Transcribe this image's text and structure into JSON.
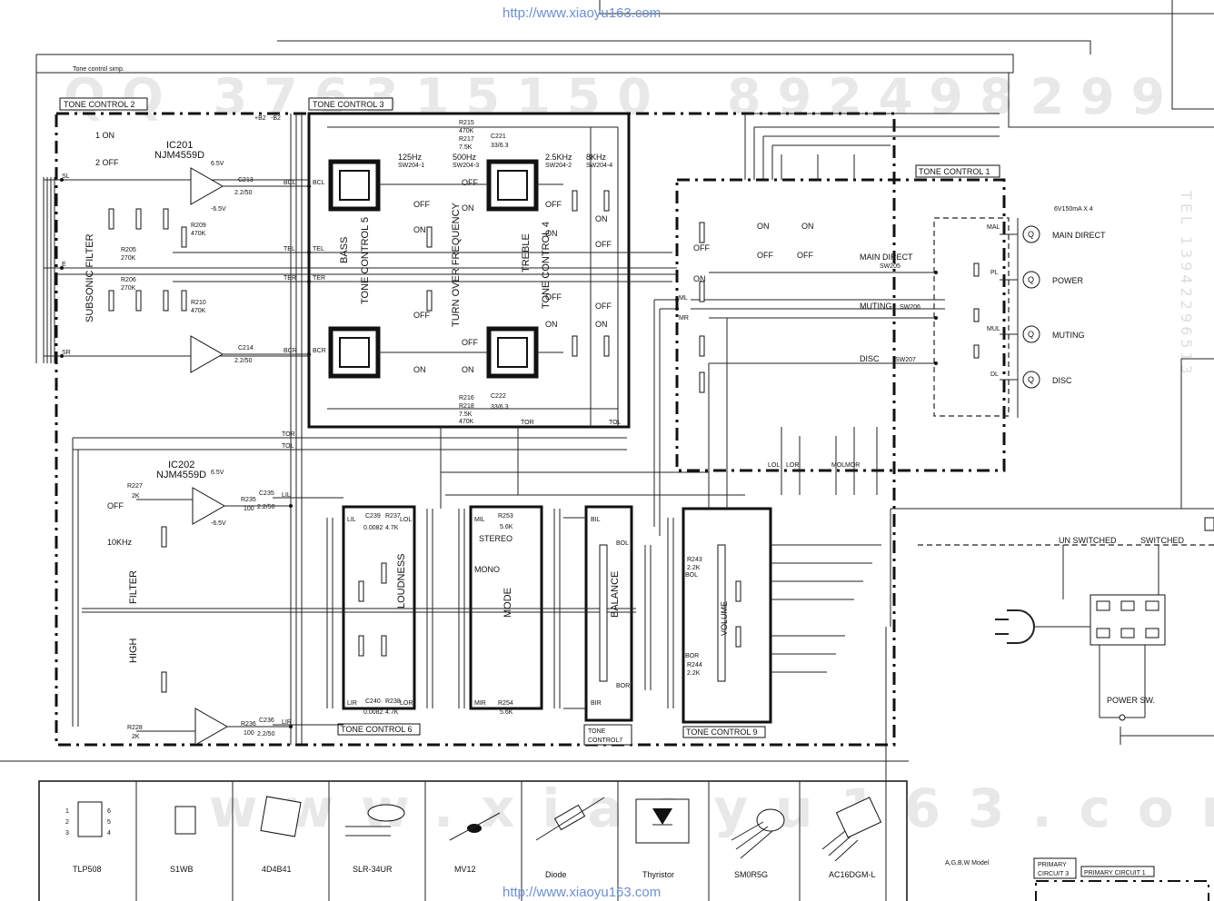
{
  "watermark_url": "http://www.xiaoyu163.com",
  "watermark_numbers": [
    "QQ 376315150",
    "892498299"
  ],
  "watermark_url_large": "www.xiaoyu163.com",
  "side_tel": "TEL 13942296513",
  "header_note": "Tone control simp.",
  "blocks": {
    "tc2": "TONE CONTROL 2",
    "tc3": "TONE CONTROL 3",
    "tc1": "TONE CONTROL 1",
    "tc6": "TONE CONTROL 6",
    "tc7a": "TONE",
    "tc7b": "CONTROL7",
    "tc9": "TONE CONTROL 9"
  },
  "ics": [
    {
      "ref": "IC201",
      "part": "NJM4559D"
    },
    {
      "ref": "IC202",
      "part": "NJM4559D"
    }
  ],
  "rails": {
    "pos": "6.5V",
    "neg": "-6.5V",
    "p82": "+B2",
    "m82": "-B2"
  },
  "freq": {
    "f125": "125Hz",
    "sw1": "SW204-1",
    "f500": "500Hz",
    "sw3": "SW204-3",
    "f2k5": "2.5KHz",
    "sw2": "SW204-2",
    "f8k": "8KHz",
    "sw4": "SW204-4"
  },
  "vertical_labels": {
    "subsonic_filter": "SUBSONIC FILTER",
    "bass": "BASS",
    "tone_control_5": "TONE CONTROL 5",
    "turn_over_frequency": "TURN OVER FREQUENCY",
    "treble": "TREBLE",
    "tone_control_4": "TONE CONTROL 4",
    "loudness": "LOUDNESS",
    "mode": "MODE",
    "balance": "BALANCE",
    "volume": "VOLUME",
    "high": "HIGH",
    "filter": "FILTER"
  },
  "switch_states": {
    "on": "ON",
    "off": "OFF",
    "stereo": "STEREO",
    "mono": "MONO",
    "khz10": "10KHz",
    "on1": "1 ON",
    "off2": "2 OFF"
  },
  "tc1_functions": [
    {
      "label": "MAIN DIRECT",
      "sw": "SW205"
    },
    {
      "label": "MUTING",
      "sw": "SW206"
    },
    {
      "label": "DISC",
      "sw": "SW207"
    }
  ],
  "lamps_note": "6V150mA X 4",
  "lamps": [
    "MAIN DIRECT",
    "POWER",
    "MUTING",
    "DISC"
  ],
  "power": {
    "unswitched": "UN SWITCHED",
    "switched": "SWITCHED",
    "power_sw": "POWER SW."
  },
  "bottom_note": "A,G,B,W Model",
  "primary": {
    "pc3a": "PRIMARY",
    "pc3b": "CIRCUIT 3",
    "pc1": "PRIMARY CIRCUIT 1"
  },
  "parts": [
    {
      "name": "TLP508"
    },
    {
      "name": "S1WB"
    },
    {
      "name": "4D4B41"
    },
    {
      "name": "SLR-34UR"
    },
    {
      "name": "MV12"
    },
    {
      "name": "Diode"
    },
    {
      "name": "Thyristor"
    },
    {
      "name": "SM0R5G"
    },
    {
      "name": "AC16DGM-L"
    }
  ],
  "resistors": {
    "r215": "R215",
    "r215v": "470K",
    "r217": "R217",
    "r217v": "7.5K",
    "c221": "C221",
    "c221v": "33/6.3",
    "r216": "R216",
    "r216v": "470K",
    "r218": "R218",
    "r218v": "7.5K",
    "c222": "C222",
    "c222v": "33/6.3",
    "r205": "R205",
    "r205v": "270K",
    "r206": "R206",
    "r206v": "270K",
    "r209": "R209",
    "r209v": "470K",
    "r210": "R210",
    "r210v": "470K",
    "r227": "R227",
    "r227v": "2K",
    "r228": "R228",
    "r228v": "2K",
    "r253": "R253",
    "r253v": "5.6K",
    "r254": "R254",
    "r254v": "5.6K",
    "r235": "R235",
    "r236": "R236",
    "rv100": "100",
    "c213": "C213",
    "c214": "C214",
    "cv": "2.2/50",
    "c235": "C235",
    "c236": "C236",
    "c239": "C239",
    "c239v": "0.0082",
    "r237": "R237",
    "r237v": "4.7K",
    "c240": "C240",
    "c240v": "0.0082",
    "r238": "R238",
    "r238v": "4.7K",
    "r243": "R243",
    "r243v": "2.2K",
    "r244": "R244",
    "r244v": "2.2K"
  },
  "nodes": {
    "sl": "SL",
    "sr": "SR",
    "e": "E",
    "bcl": "BCL",
    "bcr": "BCR",
    "tel": "TEL",
    "ter": "TER",
    "tor": "TOR",
    "tol": "TOL",
    "lil": "LIL",
    "lir": "LIR",
    "lol": "LOL",
    "lor": "LOR",
    "mol": "MOL",
    "mor": "MOR",
    "bil": "BIL",
    "bir": "BIR",
    "bol": "BOL",
    "bor": "BOR",
    "ml": "ML",
    "mr": "MR",
    "mal": "MAL",
    "pl": "PL",
    "mul": "MUL",
    "dl": "DL"
  }
}
